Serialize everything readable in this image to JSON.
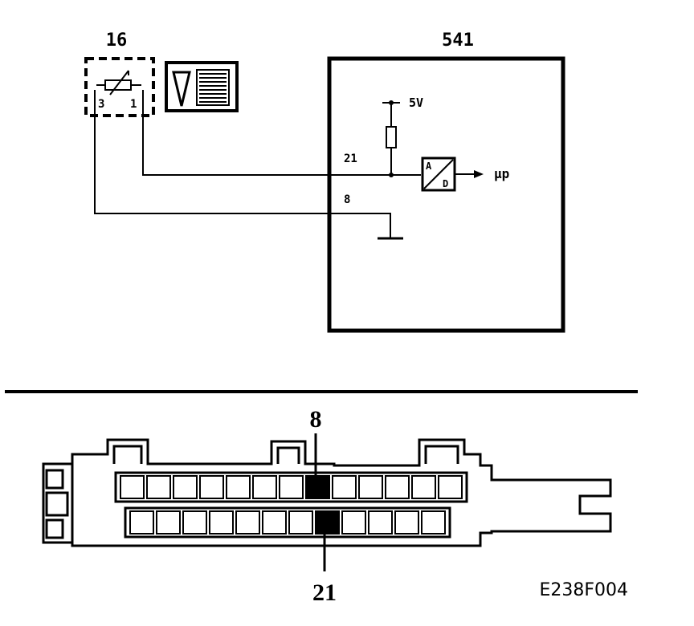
{
  "schematic": {
    "sensor_id": "16",
    "ecu_id": "541",
    "sensor_pin_left": "3",
    "sensor_pin_right": "1",
    "ecu_pin_signal": "21",
    "ecu_pin_ground": "8",
    "supply_label": "5V",
    "adc_top_label": "A",
    "adc_bottom_label": "D",
    "output_label": "µp"
  },
  "connector": {
    "top_callout": "8",
    "bottom_callout": "21"
  },
  "figure_code": "E238F004",
  "colors": {
    "ink": "#000000",
    "paper": "#ffffff"
  }
}
